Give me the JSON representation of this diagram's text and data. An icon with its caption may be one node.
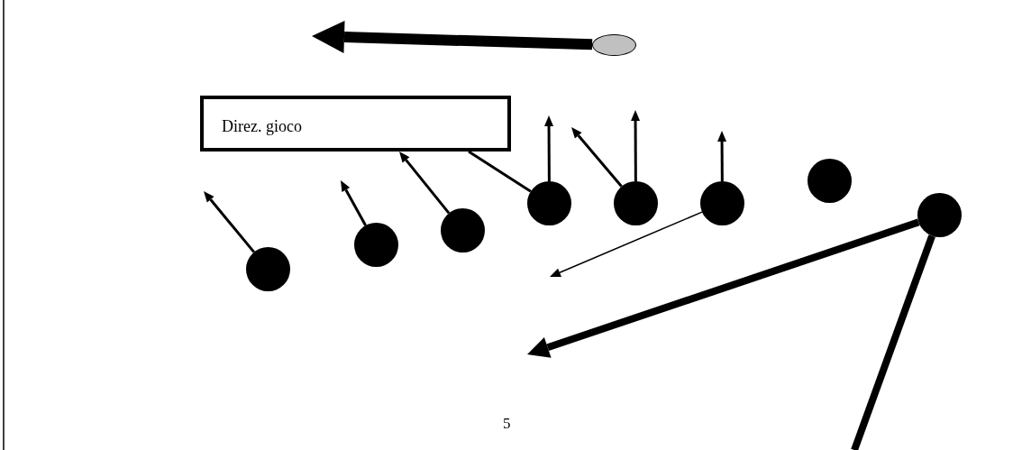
{
  "diagram": {
    "nodes": [
      {
        "text": [
          "Direz. gioco"
        ]
      },
      {
        "text": [],
        "shape": "ellipse"
      },
      {
        "text": [],
        "shape": "circle"
      },
      {
        "text": [],
        "shape": "circle"
      },
      {
        "text": [],
        "shape": "circle"
      },
      {
        "text": [],
        "shape": "circle"
      },
      {
        "text": [],
        "shape": "circle"
      },
      {
        "text": [],
        "shape": "circle"
      },
      {
        "text": [],
        "shape": "circle"
      },
      {
        "text": [],
        "shape": "circle"
      }
    ],
    "edges": [
      {
        "from": 1,
        "to": null,
        "arrow": "to",
        "style": "thick"
      },
      {
        "from": 2,
        "to": null,
        "arrow": "to"
      },
      {
        "from": 3,
        "to": null,
        "arrow": "to"
      },
      {
        "from": 4,
        "to": 0,
        "arrow": "to"
      },
      {
        "from": 5,
        "to": null,
        "arrow": "to"
      },
      {
        "from": 5,
        "to": 0,
        "arrow": "none"
      },
      {
        "from": 6,
        "to": null,
        "arrow": "to"
      },
      {
        "from": 6,
        "to": null,
        "arrow": "to"
      },
      {
        "from": 7,
        "to": null,
        "arrow": "to"
      },
      {
        "from": 7,
        "to": null,
        "arrow": "to"
      },
      {
        "from": 9,
        "to": null,
        "arrow": "to",
        "style": "thick"
      },
      {
        "from": 9,
        "to": null,
        "arrow": "none",
        "style": "thick"
      }
    ],
    "labels": [
      "5"
    ]
  }
}
